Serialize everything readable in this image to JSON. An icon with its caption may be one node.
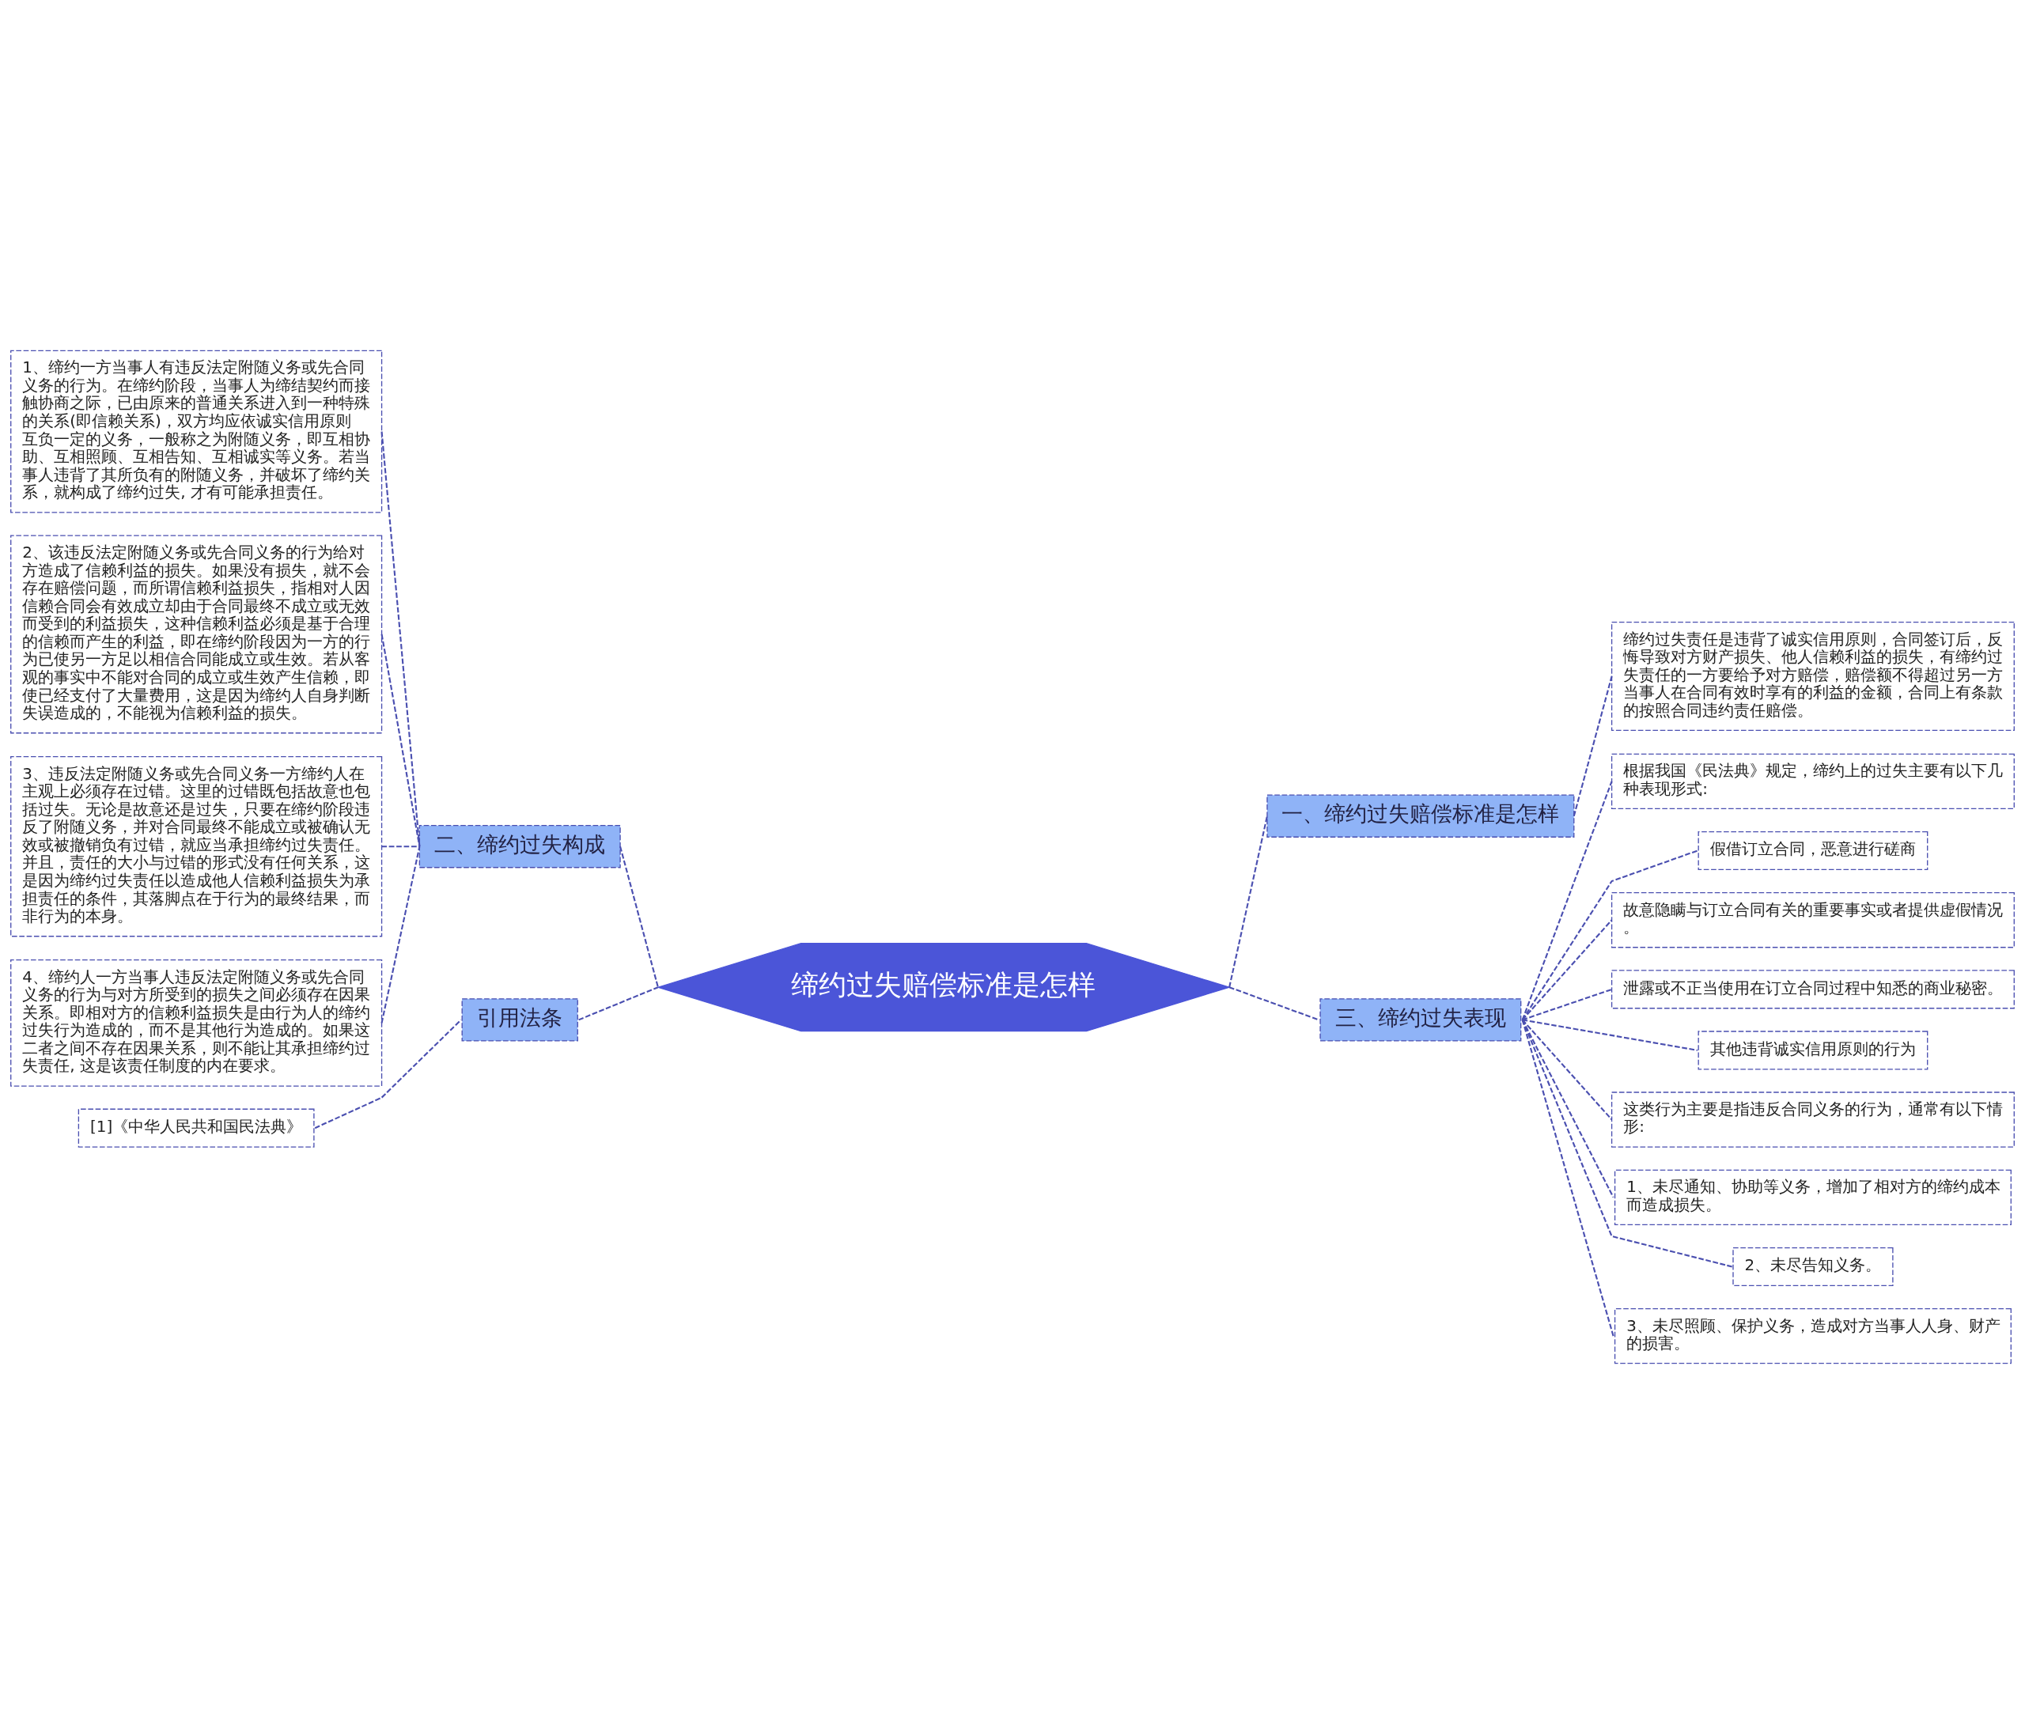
{
  "diagram": {
    "nodes": [
      {
        "text": [
          "缔约过失赔偿标准是怎样"
        ]
      },
      {
        "text": [
          "一、缔约过失赔偿标准是怎样"
        ]
      },
      {
        "text": [
          "缔约过失责任是违背了诚实信用原则，合同签订后，反悔导致对方财产损失、他人信赖利益的损失，有缔约过失责任的一方要给予对方赔偿，赔偿额不得超过另一方当事人在合同有效时享有的利益的金额，合同上有条款的按照合同违约责任赔偿。"
        ]
      },
      {
        "text": [
          "二、缔约过失构成"
        ]
      },
      {
        "text": [
          "1、缔约一方当事人有违反法定附随义务或先合同义务的行为。在缔约阶段，当事人为缔结契约而接触协商之际，已由原来的普通关系进入到一种特殊的关系(即信赖关系)，双方均应依诚实信用原则互负一定的义务，一般称之为附随义务，即互相协助、互相照顾、互相告知、互相诚实等义务。若当事人违背了其所负有的附随义务，并破坏了缔约关系，就构成了缔约过失, 才有可能承担责任。"
        ]
      },
      {
        "text": [
          "2、该违反法定附随义务或先合同义务的行为给对方造成了信赖利益的损失。如果没有损失，就不会存在赔偿问题，而所谓信赖利益损失，指相对人因信赖合同会有效成立却由于合同最终不成立或无效而受到的利益损失，这种信赖利益必须是基于合理的信赖而产生的利益，即在缔约阶段因为一方的行为已使另一方足以相信合同能成立或生效。若从客观的事实中不能对合同的成立或生效产生信赖，即使已经支付了大量费用，这是因为缔约人自身判断失误造成的，不能视为信赖利益的损失。"
        ]
      },
      {
        "text": [
          "3、违反法定附随义务或先合同义务一方缔约人在主观上必须存在过错。这里的过错既包括故意也包括过失。无论是故意还是过失，只要在缔约阶段违反了附随义务，并对合同最终不能成立或被确认无效或被撤销负有过错，就应当承担缔约过失责任。并且，责任的大小与过错的形式没有任何关系，这是因为缔约过失责任以造成他人信赖利益损失为承担责任的条件，其落脚点在于行为的最终结果，而非行为的本身。"
        ]
      },
      {
        "text": [
          "4、缔约人一方当事人违反法定附随义务或先合同义务的行为与对方所受到的损失之间必须存在因果关系。即相对方的信赖利益损失是由行为人的缔约过失行为造成的，而不是其他行为造成的。如果这二者之间不存在因果关系，则不能让其承担缔约过失责任, 这是该责任制度的内在要求。"
        ]
      },
      {
        "text": [
          "三、缔约过失表现"
        ]
      },
      {
        "text": [
          "根据我国《民法典》规定，缔约上的过失主要有以下几种表现形式:"
        ]
      },
      {
        "text": [
          "假借订立合同，恶意进行磋商"
        ]
      },
      {
        "text": [
          "故意隐瞒与订立合同有关的重要事实或者提供虚假情况。"
        ]
      },
      {
        "text": [
          "泄露或不正当使用在订立合同过程中知悉的商业秘密。"
        ]
      },
      {
        "text": [
          "其他违背诚实信用原则的行为"
        ]
      },
      {
        "text": [
          "这类行为主要是指违反合同义务的行为，通常有以下情形:"
        ]
      },
      {
        "text": [
          "1、未尽通知、协助等义务，增加了相对方的缔约成本而造成损失。"
        ]
      },
      {
        "text": [
          "2、未尽告知义务。"
        ]
      },
      {
        "text": [
          "3、未尽照顾、保护义务，造成对方当事人人身、财产的损害。"
        ]
      },
      {
        "text": [
          "引用法条"
        ]
      },
      {
        "text": [
          "[1]《中华人民共和国民法典》"
        ]
      }
    ],
    "edges": [
      {
        "from": 0,
        "to": 1,
        "arrow": "none",
        "style": "dashed"
      },
      {
        "from": 1,
        "to": 2,
        "arrow": "none",
        "style": "dashed"
      },
      {
        "from": 0,
        "to": 3,
        "arrow": "none",
        "style": "dashed"
      },
      {
        "from": 3,
        "to": 4,
        "arrow": "none",
        "style": "dashed"
      },
      {
        "from": 3,
        "to": 5,
        "arrow": "none",
        "style": "dashed"
      },
      {
        "from": 3,
        "to": 6,
        "arrow": "none",
        "style": "dashed"
      },
      {
        "from": 3,
        "to": 7,
        "arrow": "none",
        "style": "dashed"
      },
      {
        "from": 0,
        "to": 8,
        "arrow": "none",
        "style": "dashed"
      },
      {
        "from": 8,
        "to": 9,
        "arrow": "none",
        "style": "dashed"
      },
      {
        "from": 8,
        "to": 10,
        "arrow": "none",
        "style": "dashed"
      },
      {
        "from": 8,
        "to": 11,
        "arrow": "none",
        "style": "dashed"
      },
      {
        "from": 8,
        "to": 12,
        "arrow": "none",
        "style": "dashed"
      },
      {
        "from": 8,
        "to": 13,
        "arrow": "none",
        "style": "dashed"
      },
      {
        "from": 8,
        "to": 14,
        "arrow": "none",
        "style": "dashed"
      },
      {
        "from": 8,
        "to": 15,
        "arrow": "none",
        "style": "dashed"
      },
      {
        "from": 8,
        "to": 16,
        "arrow": "none",
        "style": "dashed"
      },
      {
        "from": 8,
        "to": 17,
        "arrow": "none",
        "style": "dashed"
      },
      {
        "from": 0,
        "to": 18,
        "arrow": "none",
        "style": "dashed"
      },
      {
        "from": 18,
        "to": 19,
        "arrow": "none",
        "style": "dashed"
      }
    ]
  }
}
